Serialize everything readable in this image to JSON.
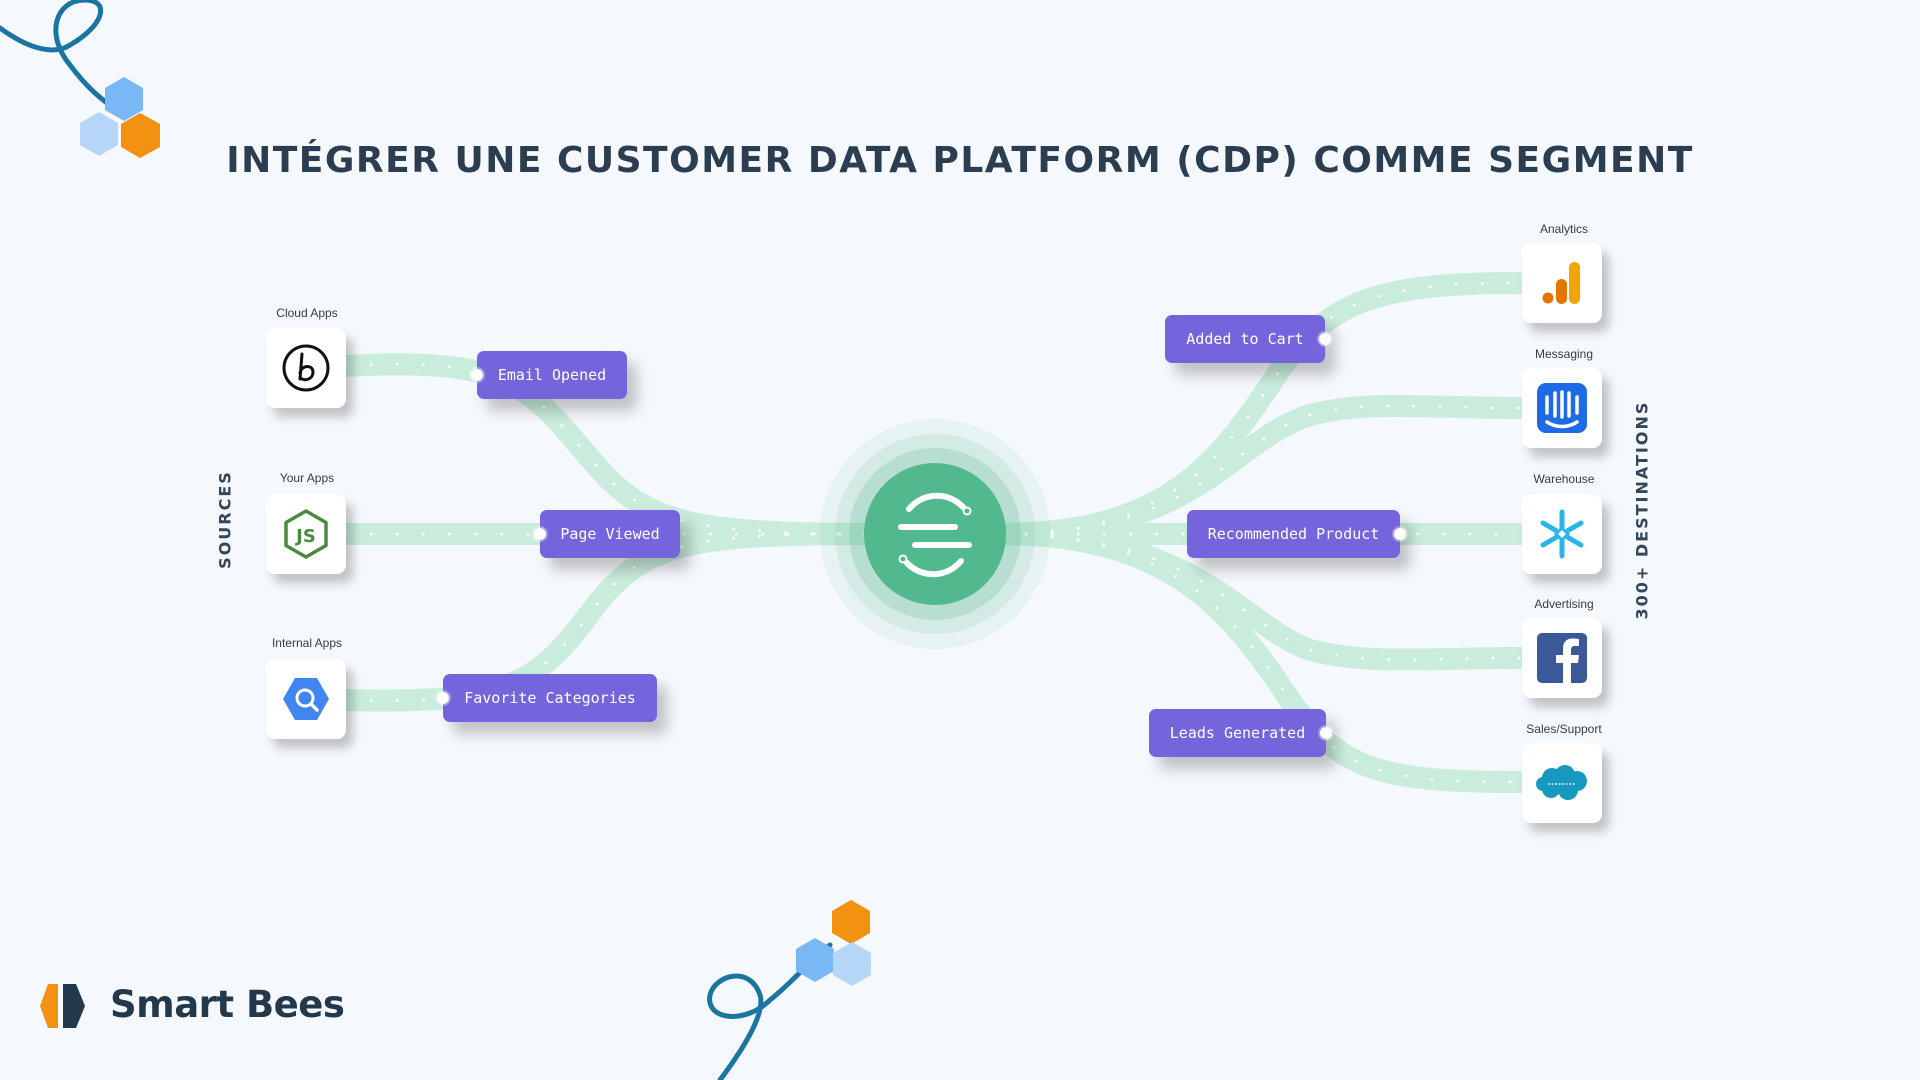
{
  "title": "INTÉGRER UNE CUSTOMER DATA PLATFORM (CDP) COMME SEGMENT",
  "sources_label": "SOURCES",
  "destinations_label": "300+ DESTINATIONS",
  "sources": [
    {
      "caption": "Cloud Apps",
      "icon": "braze-icon"
    },
    {
      "caption": "Your Apps",
      "icon": "nodejs-icon"
    },
    {
      "caption": "Internal Apps",
      "icon": "bigquery-icon"
    }
  ],
  "source_events": [
    "Email Opened",
    "Page Viewed",
    "Favorite Categories"
  ],
  "destinations": [
    {
      "caption": "Analytics",
      "icon": "google-analytics-icon"
    },
    {
      "caption": "Messaging",
      "icon": "intercom-icon"
    },
    {
      "caption": "Warehouse",
      "icon": "snowflake-icon"
    },
    {
      "caption": "Advertising",
      "icon": "facebook-icon"
    },
    {
      "caption": "Sales/Support",
      "icon": "salesforce-icon"
    }
  ],
  "destination_events": [
    "Added to Cart",
    "Recommended Product",
    "Leads Generated"
  ],
  "hub": {
    "icon": "segment-logo-icon"
  },
  "brand": {
    "name": "Smart Bees"
  },
  "colors": {
    "title": "#2b3d50",
    "event": "#7565dc",
    "path": "#c9ecdc",
    "hub": "#52b88e",
    "hex_blue": "#7ab7f5",
    "hex_light": "#b6d6f7",
    "hex_orange": "#f39210",
    "swirl": "#1a76a0"
  }
}
